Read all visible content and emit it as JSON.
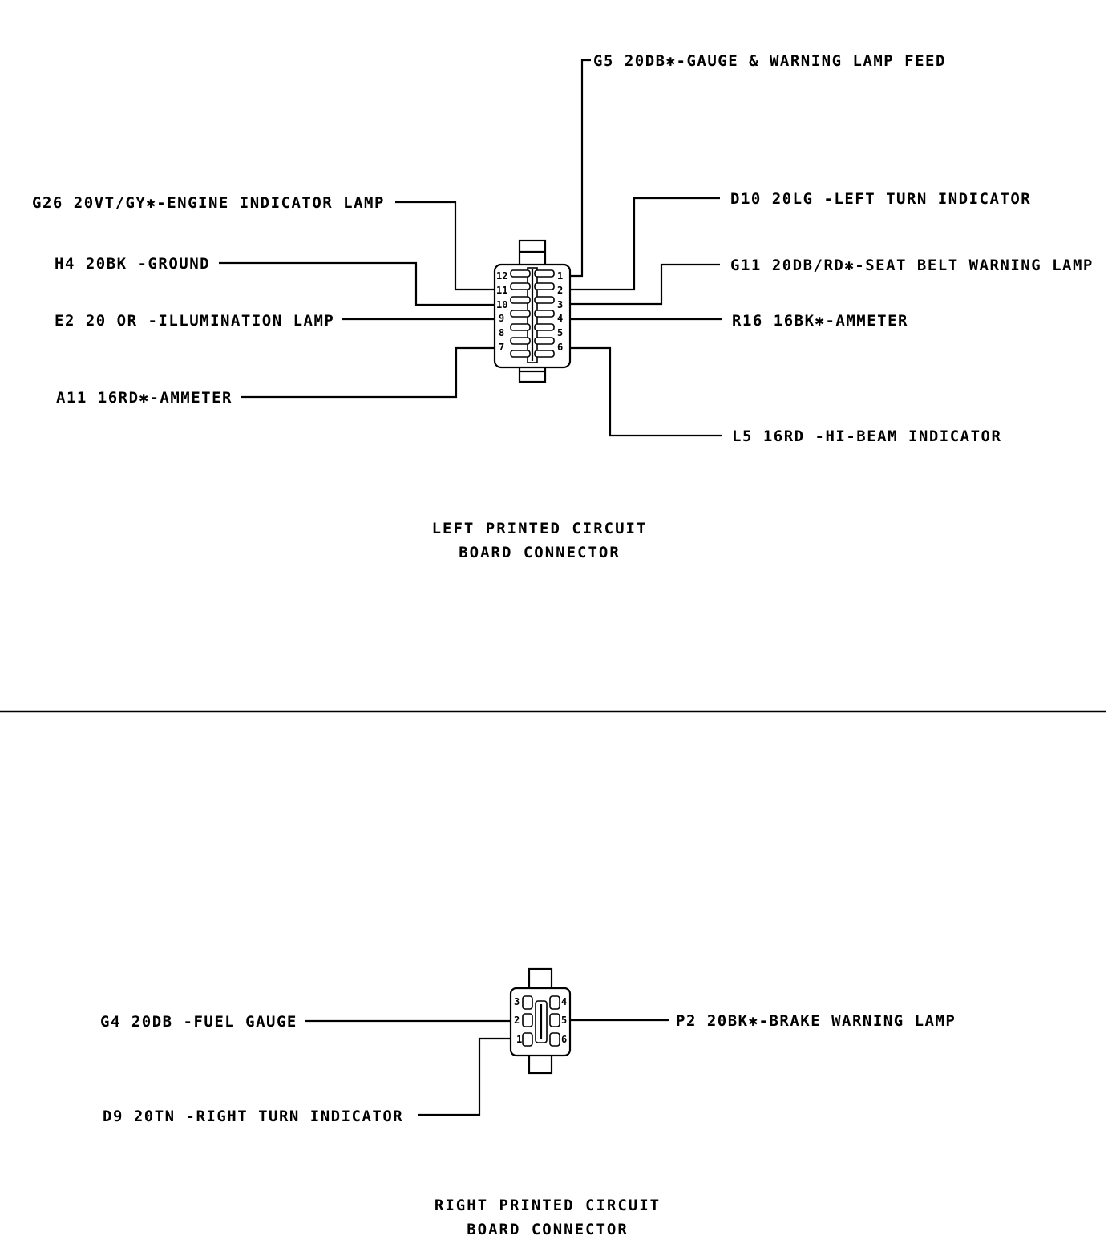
{
  "left_connector": {
    "caption_line1": "LEFT PRINTED CIRCUIT",
    "caption_line2": "BOARD CONNECTOR",
    "pins_left": [
      "12",
      "11",
      "10",
      "9",
      "8",
      "7"
    ],
    "pins_right": [
      "1",
      "2",
      "3",
      "4",
      "5",
      "6"
    ],
    "wires": {
      "g5": "G5 20DB✱-GAUGE & WARNING LAMP FEED",
      "g26": "G26 20VT/GY✱-ENGINE INDICATOR LAMP",
      "h4": "H4 20BK -GROUND",
      "e2": "E2 20 OR -ILLUMINATION LAMP",
      "a11": "A11 16RD✱-AMMETER",
      "d10": "D10 20LG -LEFT TURN INDICATOR",
      "g11": "G11 20DB/RD✱-SEAT BELT WARNING LAMP",
      "r16": "R16 16BK✱-AMMETER",
      "l5": "L5 16RD -HI-BEAM INDICATOR"
    }
  },
  "right_connector": {
    "caption_line1": "RIGHT PRINTED CIRCUIT",
    "caption_line2": "BOARD CONNECTOR",
    "pins_left": [
      "3",
      "2",
      "1"
    ],
    "pins_right": [
      "4",
      "5",
      "6"
    ],
    "wires": {
      "g4": "G4 20DB -FUEL GAUGE",
      "d9": "D9 20TN -RIGHT TURN INDICATOR",
      "p2": "P2 20BK✱-BRAKE WARNING LAMP"
    }
  }
}
